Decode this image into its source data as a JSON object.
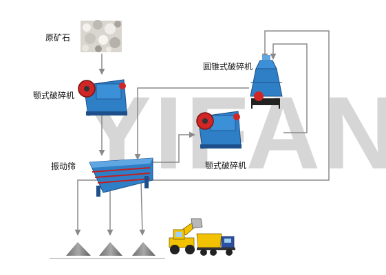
{
  "watermark": "YIFAN",
  "labels": {
    "raw_ore": "原矿石",
    "jaw_crusher_1": "颚式破碎机",
    "cone_crusher": "圆锥式破碎机",
    "jaw_crusher_2": "颚式破碎机",
    "vibrating_screen": "振动筛"
  },
  "colors": {
    "machine_blue": "#2f7fc7",
    "machine_dark": "#1d4f8a",
    "flywheel_red": "#d02626",
    "flow_line": "#8a8a8a",
    "loader_yellow": "#f2c200",
    "truck_blue": "#2c4fa0",
    "watermark": "#d6d6d6"
  }
}
